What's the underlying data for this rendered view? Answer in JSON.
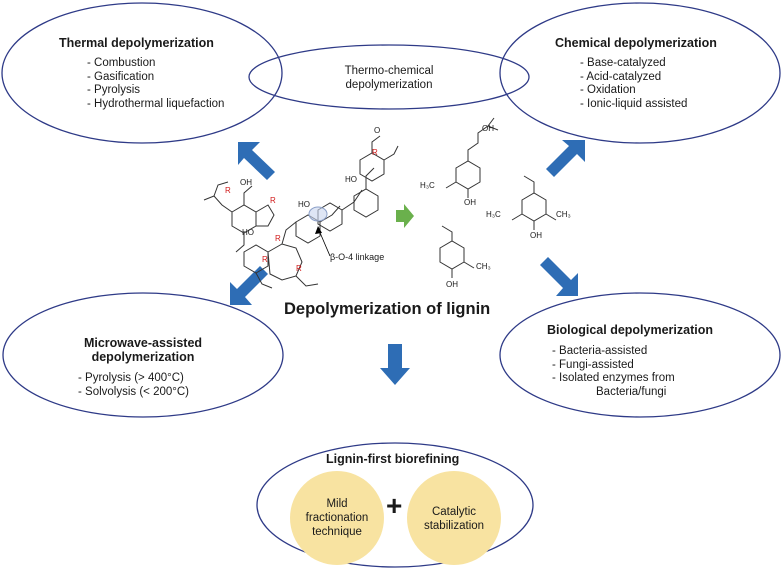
{
  "thermal": {
    "title": "Thermal depolymerization",
    "items": [
      "- Combustion",
      "- Gasification",
      "- Pyrolysis",
      "- Hydrothermal liquefaction"
    ]
  },
  "thermo_chemical": {
    "line1": "Thermo-chemical",
    "line2": "depolymerization"
  },
  "chemical": {
    "title": "Chemical depolymerization",
    "items": [
      "- Base-catalyzed",
      "- Acid-catalyzed",
      "- Oxidation",
      "- Ionic-liquid  assisted"
    ]
  },
  "microwave": {
    "title_line1": "Microwave-assisted",
    "title_line2": "depolymerization",
    "items": [
      "- Pyrolysis (> 400°C)",
      "- Solvolysis (< 200°C)"
    ]
  },
  "biological": {
    "title": "Biological depolymerization",
    "items": [
      "- Bacteria-assisted",
      "- Fungi-assisted",
      "- Isolated enzymes from"
    ],
    "item_cont": "Bacteria/fungi"
  },
  "center": {
    "title": "Depolymerization  of lignin",
    "linkage_label": "β-O-4 linkage"
  },
  "lignin_first": {
    "title": "Lignin-first biorefining",
    "left": [
      "Mild",
      "fractionation",
      "technique"
    ],
    "plus": "+",
    "right": [
      "Catalytic",
      "stabilization"
    ]
  },
  "structure_labels": {
    "R": "R",
    "OH": "OH",
    "HO": "HO",
    "O": "O",
    "H3C_O": "H₃C",
    "O_CH3": "O",
    "CH3": "CH₃"
  },
  "colors": {
    "ellipse_stroke": "#2e3a87",
    "arrow_blue": "#2e6db5",
    "arrow_green": "#6ab04c",
    "circle_fill": "#f8e3a1",
    "r_red": "#d11a1a"
  }
}
